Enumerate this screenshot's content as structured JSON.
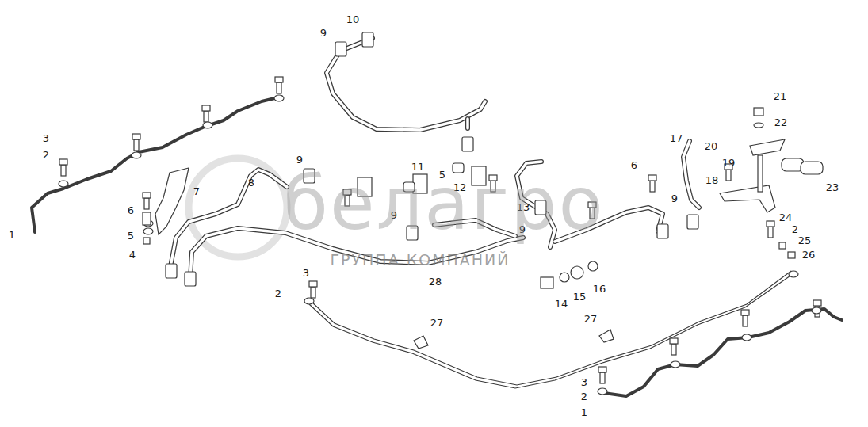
{
  "diagram": {
    "labels": [
      "1",
      "3",
      "2",
      "10",
      "9",
      "9",
      "8",
      "7",
      "6",
      "5",
      "4",
      "11",
      "5",
      "12",
      "13",
      "9",
      "9",
      "6",
      "17",
      "20",
      "19",
      "18",
      "9",
      "21",
      "22",
      "23",
      "24",
      "2",
      "25",
      "26",
      "3",
      "2",
      "28",
      "14",
      "15",
      "16",
      "27",
      "27",
      "3",
      "2",
      "1",
      "белагро",
      "ГРУППА КОМПАНИЙ"
    ]
  }
}
